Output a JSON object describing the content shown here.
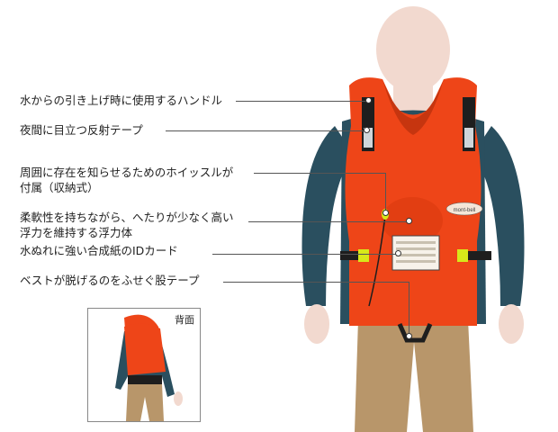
{
  "labels": [
    "水からの引き上げ時に使用するハンドル",
    "夜間に目立つ反射テープ",
    "周囲に存在を知らせるためのホイッスルが",
    "付属（収納式）",
    "柔軟性を持ちながら、へたりが少なく高い",
    "浮力を維持する浮力体",
    "水ぬれに強い合成紙のIDカード",
    "ベストが脱げるのをふせぐ股テープ"
  ],
  "inset_title": "背面",
  "logo_text": "mont-bell",
  "colors": {
    "vest": "#ee4518",
    "vest_dark": "#c6350f",
    "shirt": "#2a4f5f",
    "skin": "#f2d9cf",
    "pants": "#b8966a",
    "strap": "#1e1e1e",
    "buckle": "#d7e81a"
  }
}
